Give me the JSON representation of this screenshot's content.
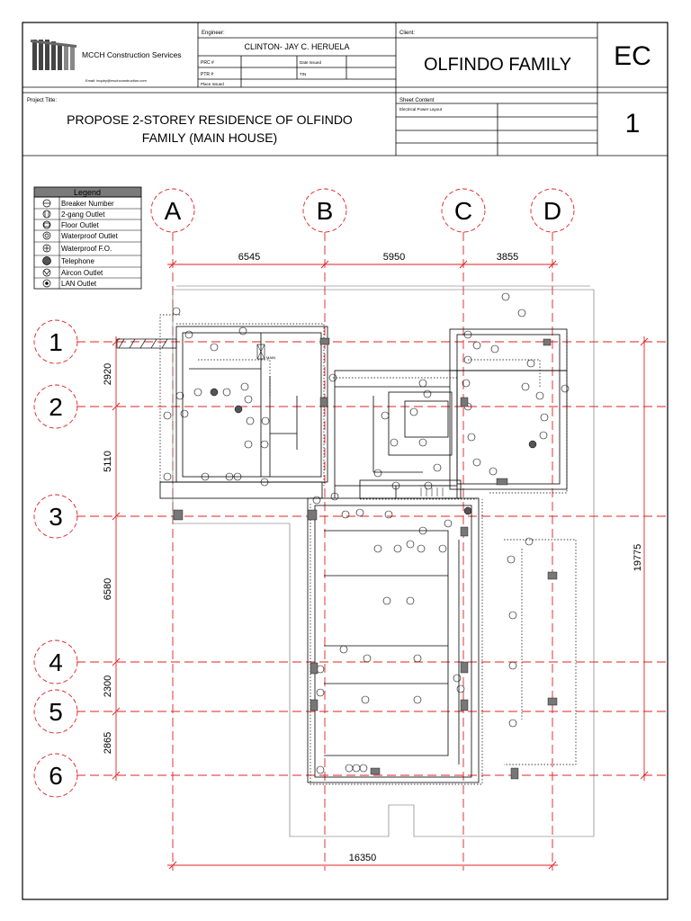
{
  "title_block": {
    "company_name": "MCCH Construction Services",
    "company_email": "Email: inquiry@mcchconstruction.com",
    "engineer_label": "Engineer:",
    "engineer_name": "CLINTON- JAY C. HERUELA",
    "prc_label": "PRC #",
    "date_issued_label": "Date Issued",
    "ptr_label": "PTR #",
    "tin_label": "TIN",
    "place_issued_label": "Place Issued",
    "client_label": "Client:",
    "client_name": "OLFINDO FAMILY",
    "sheet_code": "EC",
    "sheet_number": "1",
    "project_title_label": "Project Title:",
    "project_title_line1": "PROPOSE 2-STOREY RESIDENCE OF OLFINDO",
    "project_title_line2": "FAMILY (MAIN HOUSE)",
    "sheet_content_label": "Sheet Content",
    "sheet_content_value": "Electrical Power Layout"
  },
  "legend": {
    "title": "Legend",
    "items": [
      {
        "label": "Breaker Number",
        "symbol": "breaker-number-icon"
      },
      {
        "label": "2-gang Outlet",
        "symbol": "outlet-2gang-icon"
      },
      {
        "label": "Floor Outlet",
        "symbol": "floor-outlet-icon"
      },
      {
        "label": "Waterproof Outlet",
        "symbol": "waterproof-outlet-icon"
      },
      {
        "label": "Waterproof F.O.",
        "symbol": "waterproof-floor-outlet-icon"
      },
      {
        "label": "Telephone",
        "symbol": "telephone-icon"
      },
      {
        "label": "Aircon Outlet",
        "symbol": "aircon-outlet-icon"
      },
      {
        "label": "LAN Outlet",
        "symbol": "lan-outlet-icon"
      }
    ]
  },
  "grid": {
    "columns": [
      "A",
      "B",
      "C",
      "D"
    ],
    "rows": [
      "1",
      "2",
      "3",
      "4",
      "5",
      "6"
    ],
    "column_dims": [
      "6545",
      "5950",
      "3855"
    ],
    "row_dims": [
      "2920",
      "5110",
      "6580",
      "2300",
      "2865"
    ],
    "overall_width": "16350",
    "overall_height": "19775"
  },
  "plan_labels": {
    "main_panel": "MAIN"
  },
  "colors": {
    "grid_red": "#e02020",
    "legend_header": "#7a7a7a",
    "linework": "#000000"
  }
}
